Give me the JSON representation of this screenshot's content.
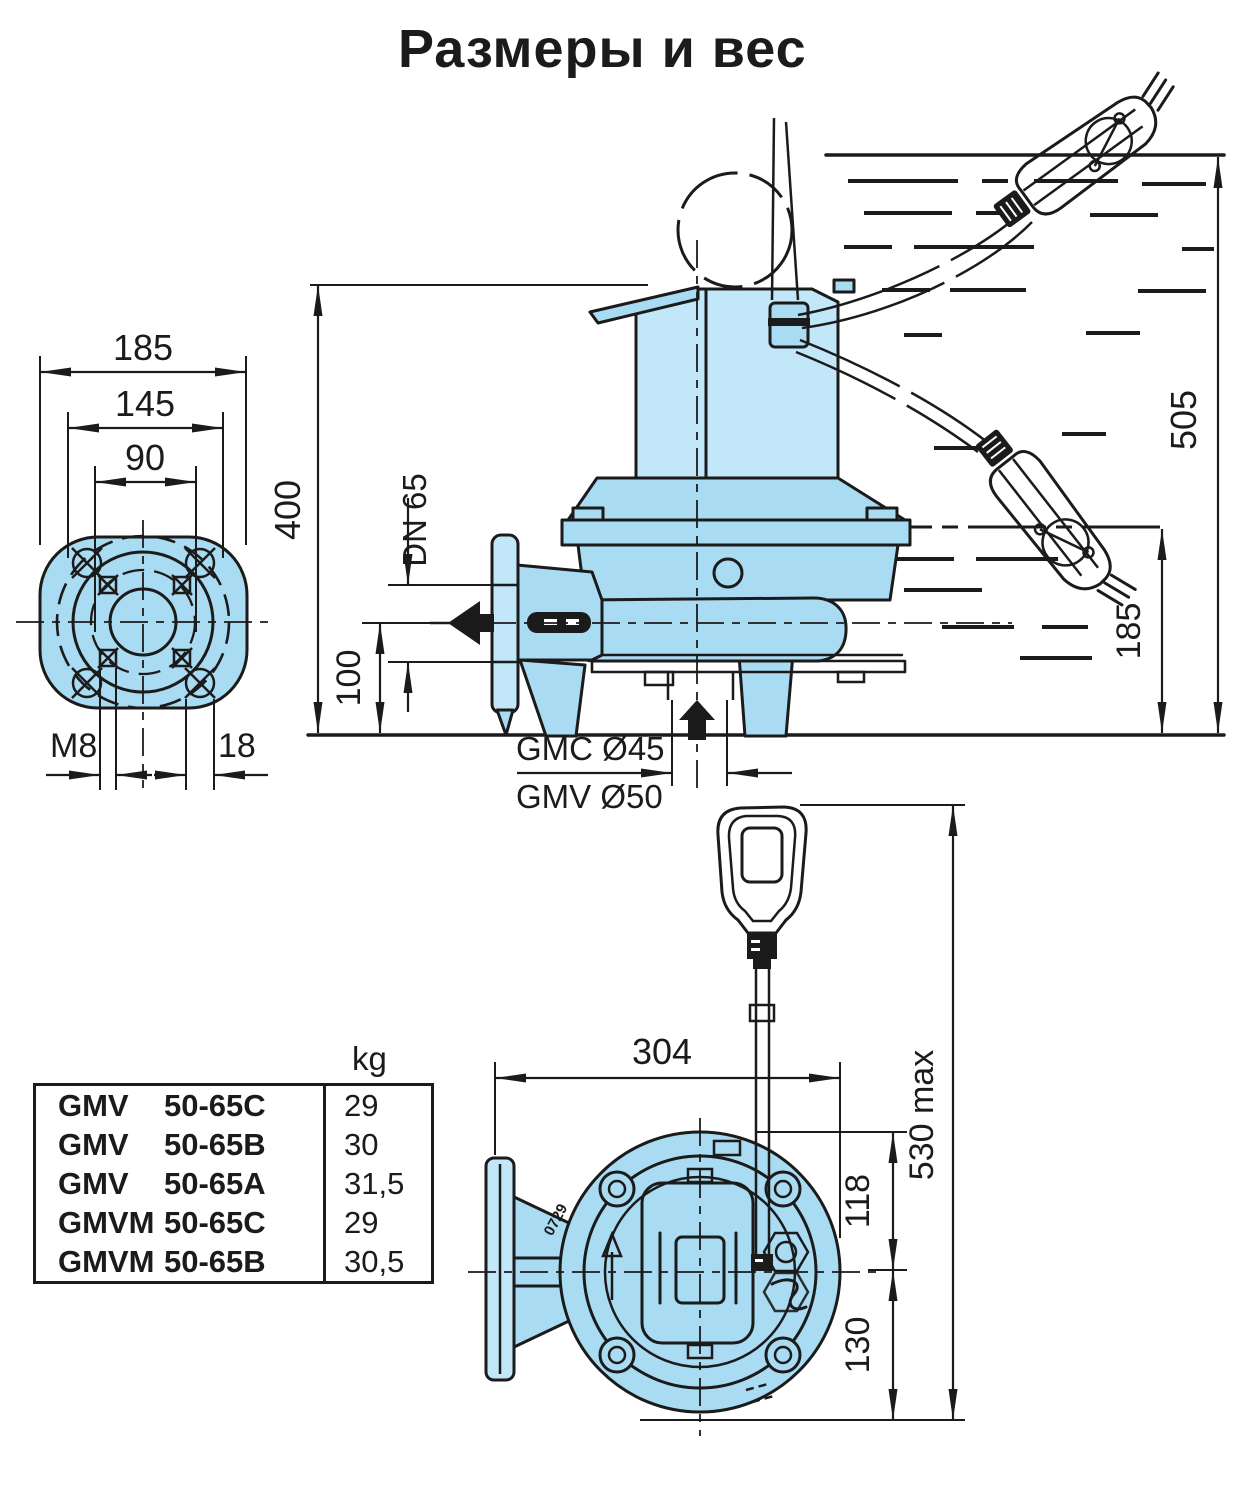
{
  "title": "Размеры и вес",
  "colors": {
    "body_fill": "#a9dbf3",
    "body_fill_light": "#c2e7f8",
    "line": "#1b1b1b"
  },
  "front_view": {
    "width_overall": "185",
    "bolt_spacing": "145",
    "inner_spacing": "90",
    "thread_label": "M8",
    "hole_diameter": "18"
  },
  "side_view": {
    "height": "400",
    "discharge_flange": "DN 65",
    "discharge_centerline_height": "100",
    "passage_gmc": "GMC Ø45",
    "passage_gmv": "GMV Ø50"
  },
  "installation": {
    "submersion_max": "505",
    "water_level_min": "185"
  },
  "top_view": {
    "width": "304",
    "center_to_top": "118",
    "center_to_bottom": "130",
    "float_cable": "530 max",
    "casting_mark": "0729"
  },
  "weight_table": {
    "unit_label": "kg",
    "rows": [
      {
        "series": "GMV",
        "model": "50-65C",
        "kg": "29"
      },
      {
        "series": "GMV",
        "model": "50-65B",
        "kg": "30"
      },
      {
        "series": "GMV",
        "model": "50-65A",
        "kg": "31,5"
      },
      {
        "series": "GMVM",
        "model": "50-65C",
        "kg": "29"
      },
      {
        "series": "GMVM",
        "model": "50-65B",
        "kg": "30,5"
      }
    ]
  }
}
